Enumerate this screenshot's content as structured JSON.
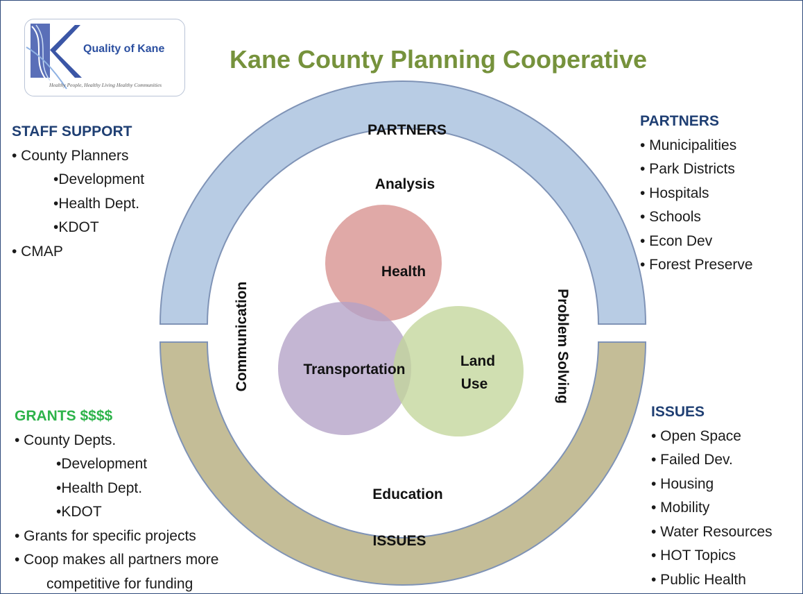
{
  "title": "Kane County Planning Cooperative",
  "logo": {
    "name": "Quality of Kane",
    "letter": "K",
    "tagline": "Healthy People, Healthy Living Healthy Communities"
  },
  "staff_support": {
    "heading": "STAFF SUPPORT",
    "items": [
      {
        "text": "• County Planners",
        "level": 0
      },
      {
        "text": "•Development",
        "level": 1
      },
      {
        "text": "•Health Dept.",
        "level": 1
      },
      {
        "text": "•KDOT",
        "level": 1
      },
      {
        "text": "• CMAP",
        "level": 0
      }
    ]
  },
  "partners_list": {
    "heading": "PARTNERS",
    "items": [
      "• Municipalities",
      "• Park Districts",
      "• Hospitals",
      "• Schools",
      "• Econ Dev",
      "• Forest Preserve"
    ]
  },
  "grants": {
    "heading": "GRANTS $$$$",
    "items": [
      {
        "text": "• County Depts.",
        "level": 0
      },
      {
        "text": "•Development",
        "level": 1
      },
      {
        "text": "•Health Dept.",
        "level": 1
      },
      {
        "text": "•KDOT",
        "level": 1
      },
      {
        "text": "• Grants for specific projects",
        "level": 0
      },
      {
        "text": "• Coop makes all partners more",
        "level": 0
      },
      {
        "text": "competitive for funding",
        "level": 2
      }
    ]
  },
  "issues_list": {
    "heading": "ISSUES",
    "items": [
      "• Open Space",
      "• Failed Dev.",
      "• Housing",
      "• Mobility",
      "• Water Resources",
      "• HOT Topics",
      "• Public Health"
    ]
  },
  "ring": {
    "top_label": "PARTNERS",
    "bottom_label": "ISSUES",
    "top_color": "#b8cce4",
    "bottom_color": "#c4bd97",
    "stroke_color": "#7f93b6"
  },
  "inner_labels": {
    "top": "Analysis",
    "bottom": "Education",
    "left": "Communication",
    "right": "Problem Solving"
  },
  "venn": {
    "health": {
      "label": "Health",
      "color": "#d99694"
    },
    "transportation": {
      "label": "Transportation",
      "color": "#b3a2c7"
    },
    "land_use": {
      "label_line1": "Land",
      "label_line2": "Use",
      "color": "#c3d69b"
    }
  },
  "colors": {
    "title": "#76923c",
    "heading_blue": "#1f3f73",
    "heading_green": "#2db34a"
  }
}
